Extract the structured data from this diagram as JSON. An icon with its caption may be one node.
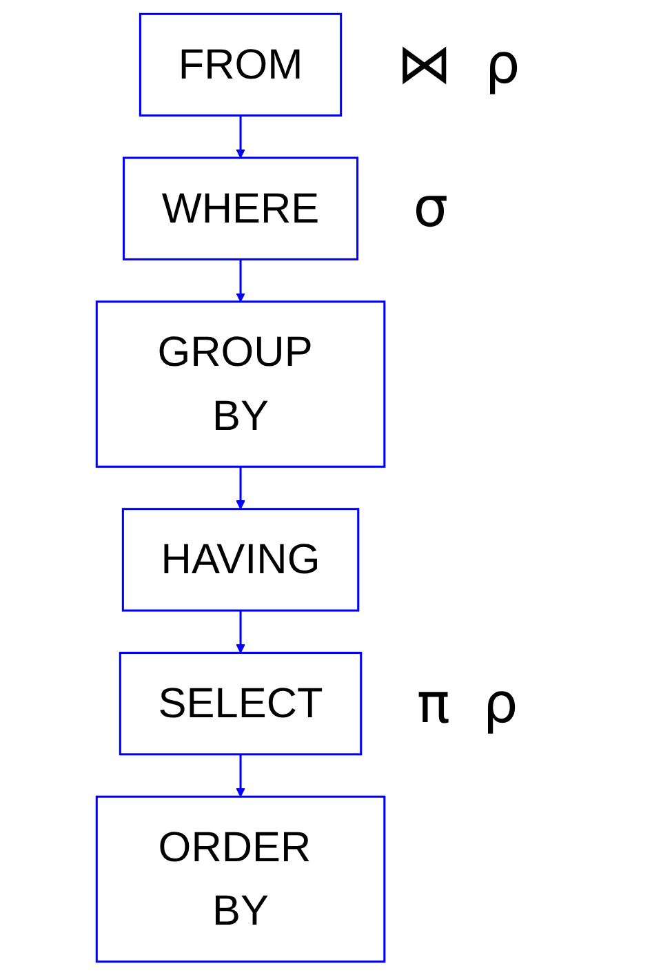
{
  "diagram": {
    "nodes": [
      {
        "text": [
          "FROM"
        ],
        "beside": [
          "⋈",
          "ρ"
        ]
      },
      {
        "text": [
          "WHERE"
        ],
        "beside": [
          "σ"
        ]
      },
      {
        "text": [
          "GROUP BY"
        ]
      },
      {
        "text": [
          "HAVING"
        ]
      },
      {
        "text": [
          "SELECT"
        ],
        "beside": [
          "π",
          "ρ"
        ]
      },
      {
        "text": [
          "ORDER BY"
        ]
      }
    ],
    "edges": [
      {
        "from": 0,
        "to": 1,
        "arrow": "to"
      },
      {
        "from": 1,
        "to": 2,
        "arrow": "to"
      },
      {
        "from": 2,
        "to": 3,
        "arrow": "to"
      },
      {
        "from": 3,
        "to": 4,
        "arrow": "to"
      },
      {
        "from": 4,
        "to": 5,
        "arrow": "to"
      }
    ]
  }
}
